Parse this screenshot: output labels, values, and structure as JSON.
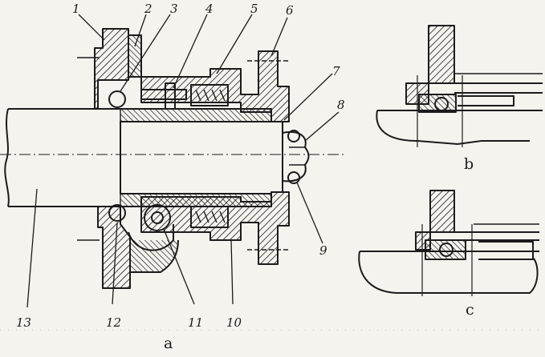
{
  "figure": {
    "part_labels": [
      "1",
      "2",
      "3",
      "4",
      "5",
      "6",
      "7",
      "8",
      "9",
      "10",
      "11",
      "12",
      "13"
    ],
    "view_labels": {
      "a": "a",
      "b": "b",
      "c": "c"
    }
  },
  "colors": {
    "ink": "#1b1b1b",
    "paper": "#f4f3ee"
  }
}
